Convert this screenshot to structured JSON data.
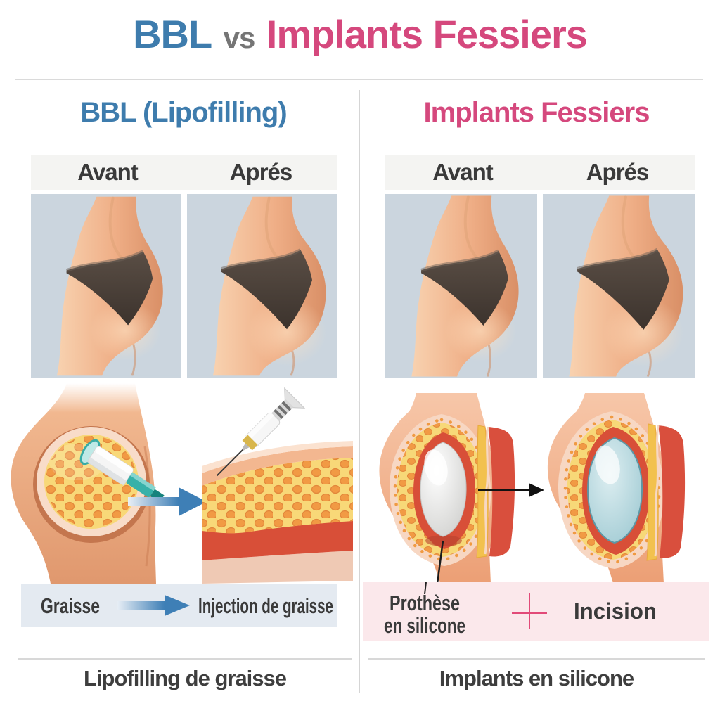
{
  "title": {
    "part1": "BBL",
    "part2": "vs",
    "part3": "Implants Fessiers"
  },
  "columns": [
    {
      "id": "bbl",
      "header": "BBL (Lipofilling)",
      "photo_labels": [
        "Avant",
        "Aprés"
      ],
      "flow": {
        "from": "Graisse",
        "to": "Injection de graisse"
      },
      "caption": "Lipofilling de graisse"
    },
    {
      "id": "implants",
      "header": "Implants Fessiers",
      "photo_labels": [
        "Avant",
        "Aprés"
      ],
      "annotations": {
        "implant_line1": "Prothèse",
        "implant_line2": "en silicone",
        "incision": "Incision"
      },
      "caption": "Implants en silicone"
    }
  ],
  "icons": {
    "cannula_icon": "liposuction-cannula",
    "syringe_icon": "syringe",
    "flow_arrow_icon": "→",
    "transfer_arrow_icon": "→",
    "implant_white_icon": "silicone-implant-white",
    "implant_blue_icon": "silicone-implant-blue",
    "plus_icon": "+",
    "pointer_line_icon": "|"
  },
  "colors": {
    "accent_blue": "#3E7CAD",
    "accent_pink": "#D5487D",
    "vs_gray": "#757575",
    "banner_bg": "#F4F4F2",
    "photo_bg": "#CBD5DE",
    "band_left_bg": "#E4EAF1",
    "band_right_bg": "#FBE8EB",
    "text_dark": "#3A3A3A",
    "arrow_blue": "#3E7FB6",
    "cross_pink": "#E24A78",
    "divider_gray": "#D5D5D5",
    "bikini": "#4A4038",
    "fat_yellow": "#F7D878",
    "fat_cell_orange": "#F19A44",
    "muscle_red": "#D84F38"
  }
}
